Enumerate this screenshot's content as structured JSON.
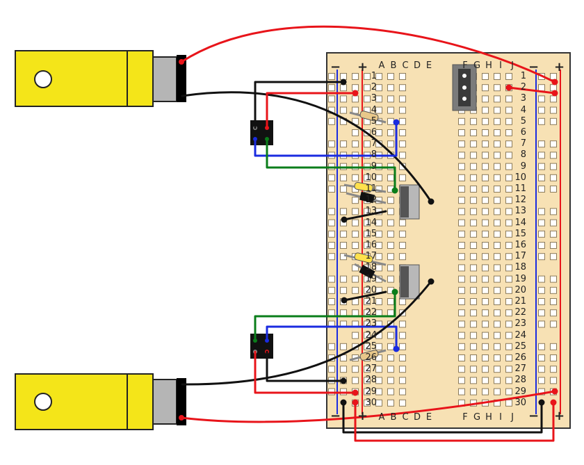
{
  "breadboard": {
    "columns_left": [
      "A",
      "B",
      "C",
      "D",
      "E"
    ],
    "columns_right": [
      "F",
      "G",
      "H",
      "I",
      "J"
    ],
    "row_count": 30,
    "rail_minus": "−",
    "rail_plus": "+"
  },
  "colors": {
    "board": "#f7e1b4",
    "wire_red": "#e8141a",
    "wire_black": "#111111",
    "wire_blue": "#1a2be0",
    "wire_green": "#0a7d1a",
    "motor": "#f4e519",
    "motor_shaft": "#b5b5b5"
  }
}
